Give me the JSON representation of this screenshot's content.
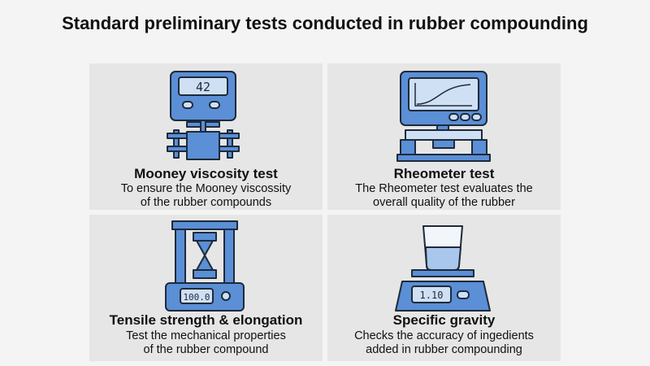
{
  "title": "Standard preliminary tests conducted in rubber compounding",
  "colors": {
    "accent": "#5b8fd6",
    "dark": "#1e2a3a",
    "screen": "#cfe0f5",
    "card": "#e6e6e6",
    "background": "#f4f4f4"
  },
  "cards": [
    {
      "title": "Mooney viscosity test",
      "desc": [
        "To ensure the Mooney viscossity",
        "of the rubber compounds"
      ],
      "display": "42",
      "icon": "mooney-viscometer-icon"
    },
    {
      "title": "Rheometer test",
      "desc": [
        "The Rheometer test evaluates the",
        "overall quality of the rubber"
      ],
      "icon": "rheometer-icon"
    },
    {
      "title": "Tensile strength & elongation",
      "desc": [
        "Test the mechanical properties",
        "of the rubber compound"
      ],
      "display": "100.0",
      "icon": "tensile-tester-icon"
    },
    {
      "title": "Specific gravity",
      "desc": [
        "Checks the accuracy of ingedients",
        "added in rubber compounding"
      ],
      "display": "1.10",
      "icon": "scale-beaker-icon"
    }
  ]
}
